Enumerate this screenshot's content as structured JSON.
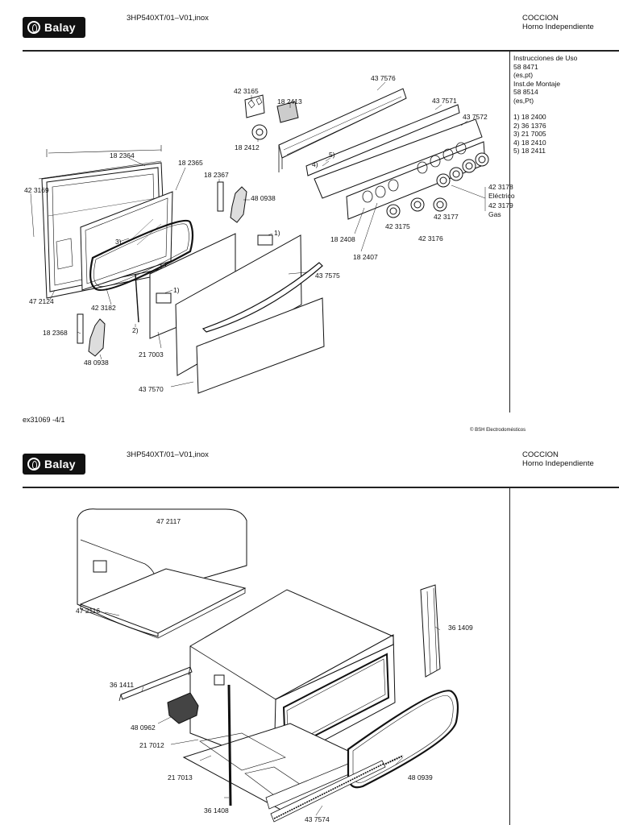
{
  "brand": "Balay",
  "pages": [
    {
      "model": "3HP540XT/01–V01,inox",
      "category": "COCCION",
      "subcategory": "Horno Independiente",
      "doc_ref": "ex31069 -4/1",
      "copyright": "© BSH Electrodomésticos",
      "side_notes": {
        "line1": "Instrucciones de Uso",
        "line2": "58 8471",
        "line3": "(es,pt)",
        "line4": "Inst.de Montaje",
        "line5": "58 8514",
        "line6": "(es,Pt)",
        "refs": [
          "1)  18 2400",
          "2)  36 1376",
          "3)  21 7005",
          "4)  18 2410",
          "5)  18 2411"
        ]
      },
      "parts": {
        "p423165": "42 3165",
        "p182413": "18 2413",
        "p182412": "18 2412",
        "p437576": "43 7576",
        "p437571": "43 7571",
        "p437572": "43 7572",
        "p182364": "18 2364",
        "p182365": "18 2365",
        "p182367": "18 2367",
        "p480938a": "48 0938",
        "p423169": "42 3169",
        "n3": "3)",
        "n1a": "1)",
        "n1b": "1)",
        "n2": "2)",
        "n4": "4)",
        "n5": "5)",
        "p423178": "42 3178",
        "electrico": "Eléctrico",
        "p423179": "42 3179",
        "gas": "Gas",
        "p423175": "42 3175",
        "p423177": "42 3177",
        "p423176": "42 3176",
        "p182408": "18 2408",
        "p182407": "18 2407",
        "p437575": "43 7575",
        "p472124": "47 2124",
        "p423182": "42 3182",
        "p182368": "18 2368",
        "p480938b": "48 0938",
        "p217003": "21 7003",
        "p437570": "43 7570"
      }
    },
    {
      "model": "3HP540XT/01–V01,inox",
      "category": "COCCION",
      "subcategory": "Horno Independiente",
      "parts": {
        "p472117": "47 2117",
        "p472116": "47 2116",
        "p361409": "36 1409",
        "p361411": "36 1411",
        "p480962": "48 0962",
        "p217012": "21 7012",
        "p217013": "21 7013",
        "p480939": "48 0939",
        "p361408": "36 1408",
        "p437574": "43 7574"
      }
    }
  ]
}
